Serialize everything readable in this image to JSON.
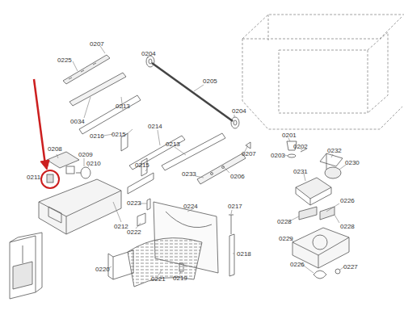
{
  "diagram": {
    "labels": [
      "0207",
      "0225",
      "0204",
      "0205",
      "0204",
      "0034",
      "0213",
      "0216",
      "0215",
      "0214",
      "0213",
      "0207",
      "0208",
      "0209",
      "0210",
      "0211",
      "0215",
      "0212",
      "0233",
      "0206",
      "0223",
      "0224",
      "0222",
      "0217",
      "0218",
      "0220",
      "0221",
      "0219",
      "0201",
      "0203",
      "0202",
      "0232",
      "0231",
      "0230",
      "0226",
      "0228",
      "0228",
      "0229",
      "0226",
      "0227"
    ]
  }
}
